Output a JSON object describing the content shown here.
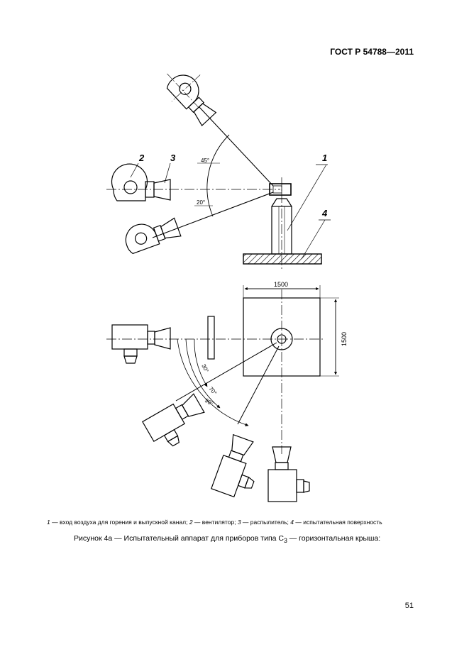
{
  "header": {
    "standard": "ГОСТ Р 54788—2011"
  },
  "figure": {
    "labels": {
      "l1": "1",
      "l2": "2",
      "l3": "3",
      "l4": "4"
    },
    "angles": {
      "a45": "45°",
      "a20": "20°",
      "a30": "30°",
      "a70": "70°",
      "a90": "90°"
    },
    "dims": {
      "width": "1500",
      "height": "1500"
    }
  },
  "legend": {
    "n1": "1",
    "t1": " — вход воздуха для горения и выпускной канал; ",
    "n2": "2",
    "t2": " — вентилятор; ",
    "n3": "3",
    "t3": " — распылитель; ",
    "n4": "4",
    "t4": " — испытательная поверхность"
  },
  "caption": {
    "prefix": "Рисунок 4а — Испытательный аппарат для приборов типа С",
    "sub": "3",
    "suffix": " — горизонтальная крыша:"
  },
  "page_number": "51"
}
